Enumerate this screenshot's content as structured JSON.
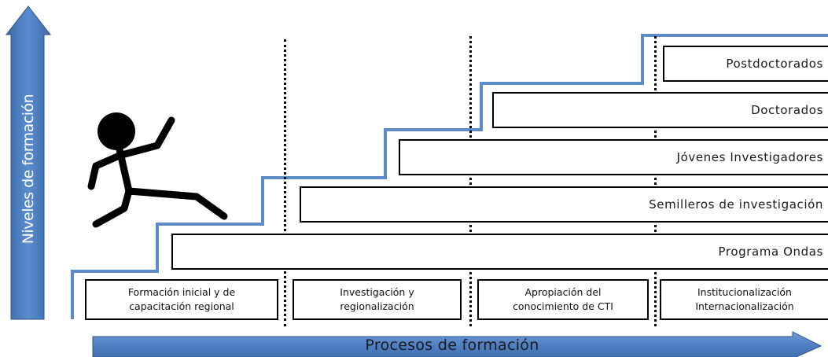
{
  "axes": {
    "vertical_label": "Niveles de formación",
    "horizontal_label": "Procesos de formación"
  },
  "levels": [
    "Postdoctorados",
    "Doctorados",
    "Jóvenes Investigadores",
    "Semilleros de investigación",
    "Programa Ondas"
  ],
  "processes": [
    {
      "line1": "Formación inicial y de",
      "line2": "capacitación regional"
    },
    {
      "line1": "Investigación y",
      "line2": "regionalización"
    },
    {
      "line1": "Apropiación del",
      "line2": "conocimiento de CTI"
    },
    {
      "line1": "Institucionalización",
      "line2": "Internacionalización"
    }
  ],
  "icons": {
    "figure": "stick-figure-climbing-icon"
  },
  "colors": {
    "arrow_fill": "#4f81bd",
    "arrow_border": "#385d8a",
    "stair_line": "#5b8bc9"
  }
}
